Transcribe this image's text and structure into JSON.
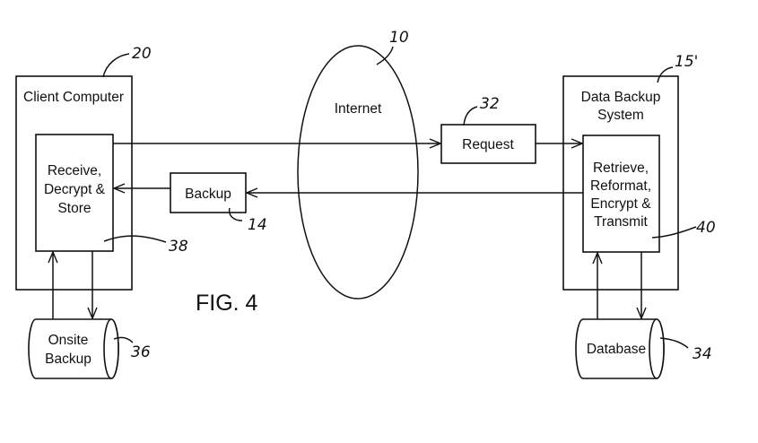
{
  "figure": {
    "label": "FIG. 4",
    "nodes": {
      "client_computer": {
        "label": "Client Computer",
        "ref": "20"
      },
      "receive_store": {
        "lines": [
          "Receive,",
          "Decrypt &",
          "Store"
        ],
        "ref": "38"
      },
      "onsite_backup": {
        "lines": [
          "Onsite",
          "Backup"
        ],
        "ref": "36"
      },
      "internet": {
        "label": "Internet",
        "ref": "10"
      },
      "request": {
        "label": "Request",
        "ref": "32"
      },
      "backup": {
        "label": "Backup",
        "ref": "14"
      },
      "data_backup_system": {
        "lines": [
          "Data Backup",
          "System"
        ],
        "ref": "15'"
      },
      "retrieve_transmit": {
        "lines": [
          "Retrieve,",
          "Reformat,",
          "Encrypt &",
          "Transmit"
        ],
        "ref": "40"
      },
      "database": {
        "label": "Database",
        "ref": "34"
      }
    },
    "edges": [
      {
        "from": "receive_store",
        "to": "request"
      },
      {
        "from": "request",
        "to": "retrieve_transmit"
      },
      {
        "from": "retrieve_transmit",
        "to": "backup"
      },
      {
        "from": "backup",
        "to": "receive_store"
      },
      {
        "from": "onsite_backup",
        "to": "receive_store"
      },
      {
        "from": "receive_store",
        "to": "onsite_backup"
      },
      {
        "from": "database",
        "to": "retrieve_transmit"
      },
      {
        "from": "retrieve_transmit",
        "to": "database"
      }
    ]
  }
}
